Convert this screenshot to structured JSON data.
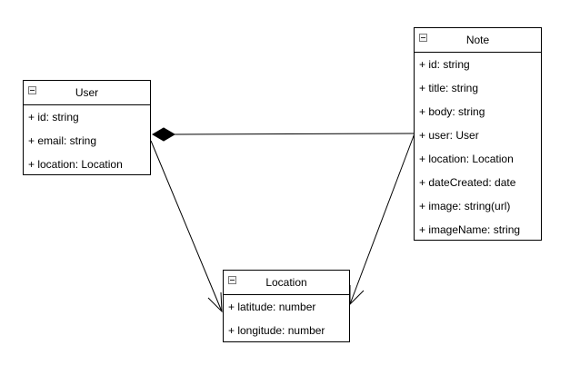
{
  "classes": {
    "user": {
      "name": "User",
      "attributes": [
        "+ id: string",
        "+ email: string",
        "+ location: Location"
      ]
    },
    "note": {
      "name": "Note",
      "attributes": [
        "+ id: string",
        "+ title: string",
        "+ body: string",
        "+ user: User",
        "+ location: Location",
        "+ dateCreated: date",
        "+ image: string(url)",
        "+ imageName: string"
      ]
    },
    "location": {
      "name": "Location",
      "attributes": [
        "+ latitude: number",
        "+ longitude: number"
      ]
    }
  },
  "relations": [
    {
      "from": "Note",
      "to": "User",
      "kind": "composition"
    },
    {
      "from": "User",
      "to": "Location",
      "kind": "association"
    },
    {
      "from": "Note",
      "to": "Location",
      "kind": "association"
    }
  ]
}
